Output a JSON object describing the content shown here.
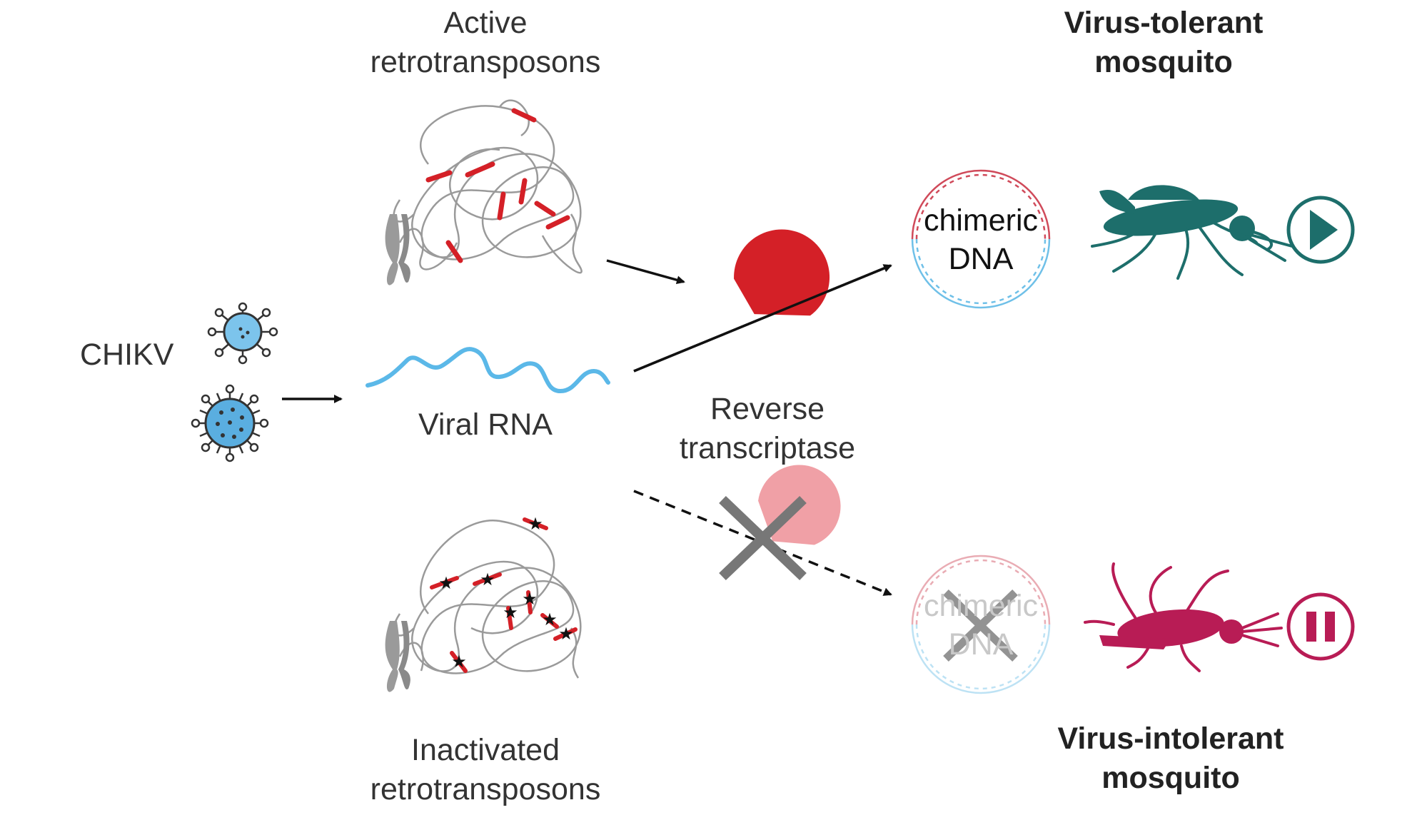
{
  "colors": {
    "virus_fill": "#7cc4ec",
    "virus_outline": "#333333",
    "rna": "#5bb8e8",
    "rt_red": "#d42027",
    "rt_inactive": "#f0a0a6",
    "retrotransposon": "#d42027",
    "tolerant_mosquito": "#1d6e6b",
    "intolerant_mosquito": "#b81c55",
    "cross": "#777777",
    "arrow": "#111111"
  },
  "labels": {
    "virus": "CHIKV",
    "active": [
      "Active",
      "retrotransposons"
    ],
    "viral_rna": "Viral RNA",
    "reverse_transcriptase": [
      "Reverse",
      "transcriptase"
    ],
    "inactivated": [
      "Inactivated",
      "retrotransposons"
    ],
    "chimeric_dna": [
      "chimeric",
      "DNA"
    ],
    "tolerant": [
      "Virus-tolerant",
      "mosquito"
    ],
    "intolerant": [
      "Virus-intolerant",
      "mosquito"
    ]
  },
  "icons": {
    "play": "play-icon",
    "pause": "pause-icon",
    "virus": "virus-icon",
    "chromosome": "chromosome-icon",
    "mosquito": "mosquito-icon",
    "enzyme": "reverse-transcriptase-icon"
  }
}
